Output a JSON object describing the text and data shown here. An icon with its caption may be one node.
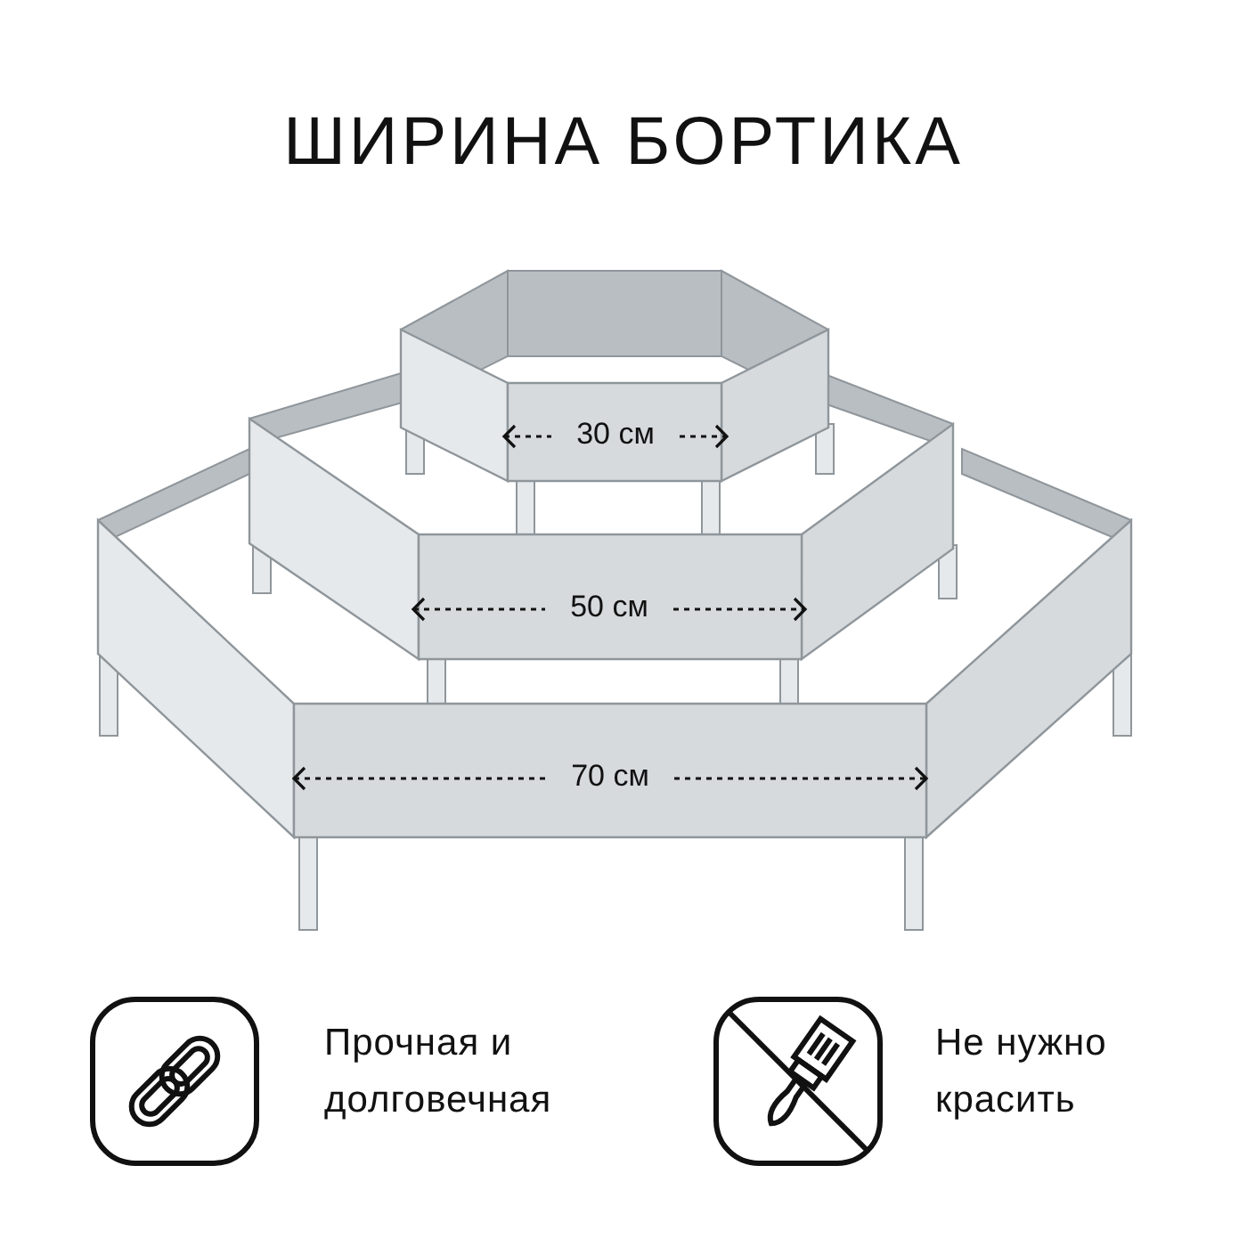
{
  "diagram": {
    "title": "ШИРИНА БОРТИКА",
    "labels": [
      "30 см",
      "50 см",
      "70 см",
      "Прочная и долговечная",
      "Не нужно красить"
    ]
  }
}
